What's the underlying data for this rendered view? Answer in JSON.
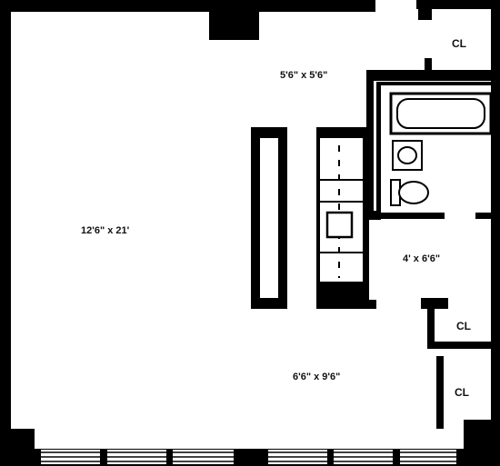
{
  "floorplan": {
    "rooms": {
      "living": {
        "label": "12'6\" x 21'"
      },
      "foyer": {
        "label": "5'6\" x 5'6\""
      },
      "dressing": {
        "label": "4' x 6'6\""
      },
      "entry": {
        "label": "6'6\" x 9'6\""
      }
    },
    "closets": {
      "top": {
        "label": "CL"
      },
      "middle": {
        "label": "CL"
      },
      "bottom": {
        "label": "CL"
      }
    }
  }
}
